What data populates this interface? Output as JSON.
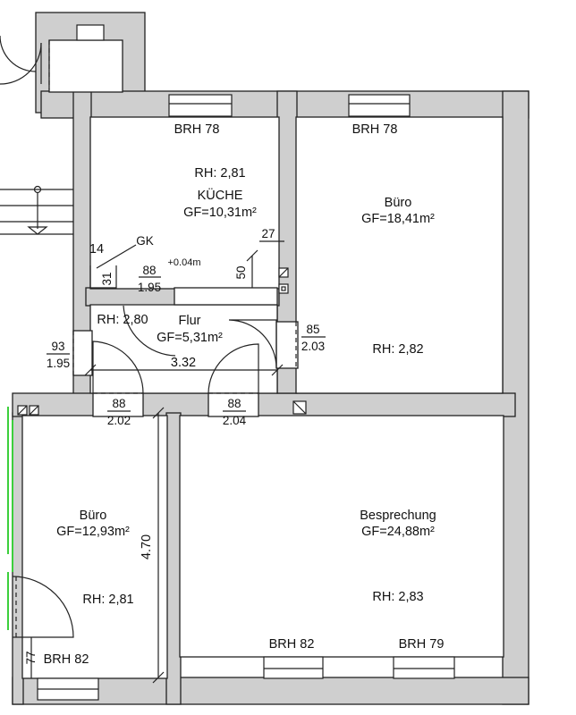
{
  "rooms": {
    "kueche": {
      "rh": "RH: 2,81",
      "name": "KÜCHE",
      "gf": "GF=10,31m²"
    },
    "buero_ne": {
      "name": "Büro",
      "gf": "GF=18,41m²",
      "rh": "RH: 2,82"
    },
    "flur": {
      "rh": "RH: 2,80",
      "name": "Flur",
      "gf": "GF=5,31m²"
    },
    "buero_sw": {
      "name": "Büro",
      "gf": "GF=12,93m²",
      "rh": "RH: 2,81"
    },
    "besprechung": {
      "name": "Besprechung",
      "gf": "GF=24,88m²",
      "rh": "RH: 2,83"
    }
  },
  "windows": {
    "kueche_brh": "BRH 78",
    "buero_ne_brh": "BRH 78",
    "besprechung_brh_left": "BRH 82",
    "besprechung_brh_right": "BRH 79",
    "buero_sw_brh": "BRH 82"
  },
  "dimensions": {
    "d14": "14",
    "d31": "31",
    "gk": "GK",
    "kitchen_opening_w": "88",
    "kitchen_opening_h": "1.95",
    "level": "+0.04m",
    "d50": "50",
    "d27": "27",
    "flur_w": "3.32",
    "entry_w": "93",
    "entry_h": "1.95",
    "buero_ne_door_w": "85",
    "buero_ne_door_h": "2.03",
    "buero_sw_door_w": "88",
    "buero_sw_door_h": "2.02",
    "besprechung_door_w": "88",
    "besprechung_door_h": "2.04",
    "buero_sw_length": "4.70",
    "d77": "77"
  },
  "colors": {
    "wall": "#cfcfcf",
    "line": "#222222",
    "accent_green": "#3ccf3c"
  }
}
